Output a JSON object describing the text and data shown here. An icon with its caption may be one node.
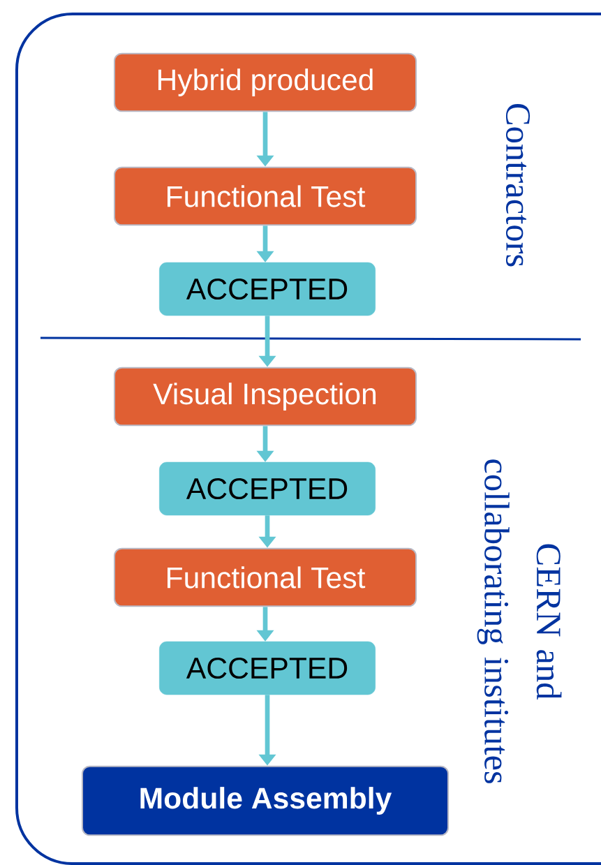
{
  "diagram": {
    "nodes": [
      {
        "text": [
          "Hybrid produced"
        ]
      },
      {
        "text": [
          "Functional Test"
        ]
      },
      {
        "text": [
          "ACCEPTED"
        ]
      },
      {
        "text": [
          "Visual Inspection"
        ]
      },
      {
        "text": [
          "ACCEPTED"
        ]
      },
      {
        "text": [
          "Functional Test"
        ]
      },
      {
        "text": [
          "ACCEPTED"
        ]
      },
      {
        "text": [
          "Module Assembly"
        ]
      }
    ],
    "edges": [
      {
        "from": 0,
        "to": 1,
        "arrow": "to"
      },
      {
        "from": 1,
        "to": 2,
        "arrow": "to"
      },
      {
        "from": 2,
        "to": 3,
        "arrow": "to"
      },
      {
        "from": 3,
        "to": 4,
        "arrow": "to"
      },
      {
        "from": 4,
        "to": 5,
        "arrow": "to"
      },
      {
        "from": 5,
        "to": 6,
        "arrow": "to"
      },
      {
        "from": 6,
        "to": 7,
        "arrow": "to"
      }
    ],
    "labels": [
      "Contractors",
      "CERN and collaborating institutes"
    ]
  }
}
